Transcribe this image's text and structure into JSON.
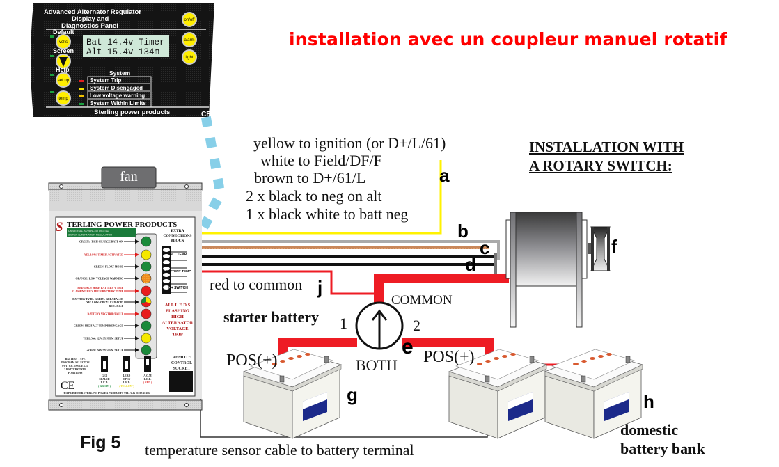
{
  "title_fr": "installation avec un coupleur manuel rotatif",
  "title_en": [
    "INSTALLATION WITH",
    "A ROTARY SWITCH:"
  ],
  "display_panel": {
    "heading": [
      "Advanced Alternator Regulator",
      "Display and",
      "Diagnostics Panel"
    ],
    "lcd_lines": [
      "Bat 14.4v Timer",
      "Alt 15.4v 134m"
    ],
    "left_labels": [
      "Default",
      "Screen",
      "Help"
    ],
    "left_buttons": [
      "volts",
      "▼",
      "set up",
      "temp"
    ],
    "right_buttons": [
      "on/off",
      "alarm",
      "light"
    ],
    "system_heading": "System",
    "system_items": [
      {
        "label": "System Trip",
        "led": "#e02020"
      },
      {
        "label": "System Disengaged",
        "led": "#f0e000"
      },
      {
        "label": "Low voltage warning",
        "led": "#f0c000"
      },
      {
        "label": "System Within Limits",
        "led": "#1aa040"
      }
    ],
    "footer": "Sterling power products",
    "ce_mark": "CE"
  },
  "regulator": {
    "fan_label": "fan",
    "brand": "TERLING POWER PRODUCTS",
    "brand_initial": "S",
    "subtitle": [
      "UNIVERSAL ADVANCED DIGITAL",
      "3 STEP ALTERNATOR REGULATOR"
    ],
    "leds": [
      {
        "label": "GREEN: HIGH CHARGE RATE ON",
        "color": "#1a8a3a",
        "label_color": "#111111"
      },
      {
        "label": "YELLOW: TIMER ACTIVATED",
        "color": "#f5e800",
        "label_color": "#d01818"
      },
      {
        "label": "GREEN: FLOAT MODE",
        "color": "#1a8a3a",
        "label_color": "#111111"
      },
      {
        "label": "ORANGE: LOW VOLTAGE WARNING",
        "color": "#f08a20",
        "label_color": "#111111"
      },
      {
        "label": "RED ONLY: HIGH BATTERY V TRIP / FLASHING RED: HIGH BATTERY TEMP",
        "color": "#e81c1c",
        "label_color": "#d01818"
      },
      {
        "label": "BATTERY TYPE: GREEN: GEL/SEALED, YELLOW: OPEN LEAD ACID, RED: A.G.I.",
        "color": "multi",
        "label_color": "#111111"
      },
      {
        "label": "BATTERY NEG TRIP/FAULT",
        "color": "#e81c1c",
        "label_color": "#d01818"
      },
      {
        "label": "GREEN: HIGH ALT TEMP DISENGAGE",
        "color": "#1a8a3a",
        "label_color": "#111111"
      },
      {
        "label": "YELLOW: 12 V SYSTEM SETUP",
        "color": "#f5e800",
        "label_color": "#111111"
      },
      {
        "label": "GREEN: 24 V SYSTEM SETUP",
        "color": "#1a8a3a",
        "label_color": "#111111"
      }
    ],
    "extra_block_title": [
      "EXTRA",
      "CONNECTIONS",
      "BLOCK"
    ],
    "extra_terminals": [
      "ALT TEMP",
      "BATTERY TEMP",
      "D+ SWITCH"
    ],
    "flashing_note": [
      "ALL L.E.D.S",
      "FLASHING",
      "HIGH",
      "ALTERNATOR",
      "VOLTAGE",
      "TRIP"
    ],
    "selector_note": [
      "BATTERY TYPE",
      "PROGRAM SELECTOR",
      "SWITCH, INSIDE LID",
      "3 BATTERY TYPE",
      "POSITIONS"
    ],
    "battery_types": [
      {
        "name": [
          "GEL",
          "SEALED",
          "L.E.D."
        ],
        "color_label": "( GREEN )",
        "color": "#1a8a3a"
      },
      {
        "name": [
          "LEAD",
          "OPEN",
          "L.E.D."
        ],
        "color_label": "( YELLOW )",
        "color": "#e8d800"
      },
      {
        "name": [
          "A.G.M",
          "L.E.D."
        ],
        "color_label": "( RED )",
        "color": "#e02020"
      }
    ],
    "remote_label": [
      "REMOTE",
      "CONTROL",
      "SOCKET"
    ],
    "ce_mark": "CE",
    "helpline": "HELP LINE FOR STERLING POWER PRODUCTS   TEL. U.K 01905 26166"
  },
  "wire_notes": [
    "yellow to ignition (or D+/L/61)",
    "white to Field/DF/F",
    "brown to D+/61/L",
    "2 x black to  neg on alt",
    "1 x black white to batt neg"
  ],
  "letters": {
    "a": "a",
    "b": "b",
    "c": "c",
    "d": "d",
    "e": "e",
    "f": "f",
    "g": "g",
    "h": "h",
    "j": "j"
  },
  "switch": {
    "common": "COMMON",
    "pos1": "1",
    "pos2": "2",
    "both": "BOTH"
  },
  "labels": {
    "red_to_common": "red to common",
    "starter_battery": "starter battery",
    "pos_left": "POS(+)",
    "pos_right": "POS(+)",
    "domestic": [
      "domestic",
      "battery bank"
    ]
  },
  "figure": {
    "number": "Fig 5",
    "caption": "temperature sensor cable to battery terminal"
  },
  "colors": {
    "wire_red": "#ee1c24",
    "wire_yellow": "#fff200",
    "wire_brown": "#c8875a",
    "wire_black": "#111111",
    "wire_grey": "#aaaaaa",
    "sensor_cable": "#87cfe8",
    "title_red": "#ff0000"
  }
}
